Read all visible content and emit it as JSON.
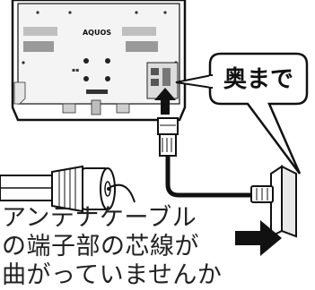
{
  "brand": "AQUOS",
  "callout": "奥まで",
  "caption": [
    "アンテナケーブル",
    "の端子部の芯線が",
    "曲がっていませんか"
  ]
}
